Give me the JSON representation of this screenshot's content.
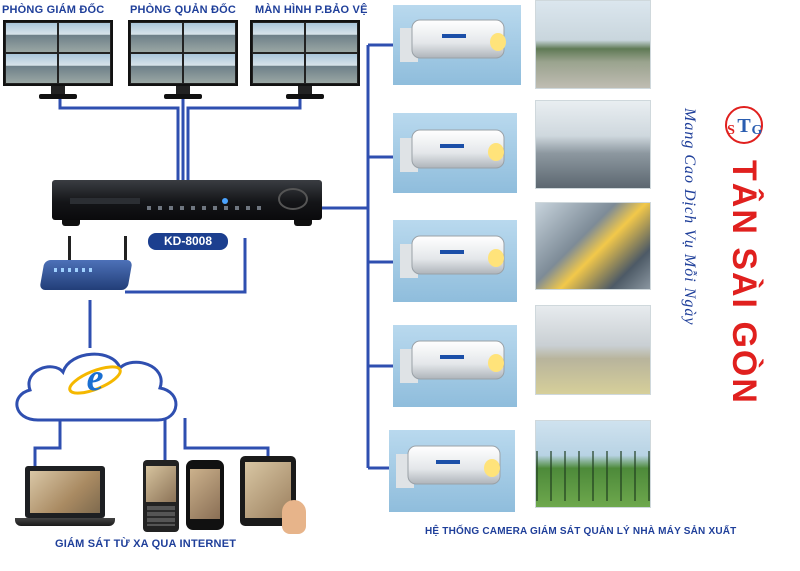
{
  "monitors": {
    "labels": [
      "PHÒNG GIÁM ĐỐC",
      "PHÒNG QUẢN ĐỐC",
      "MÀN HÌNH P.BẢO VỆ"
    ]
  },
  "dvr": {
    "label": "KD-8008"
  },
  "captions": {
    "remote": "GIÁM SÁT TỪ XA QUA INTERNET",
    "system": "HỆ THỐNG CAMERA GIÁM SÁT QUẢN LÝ NHÀ MÁY SẢN XUẤT"
  },
  "brand": {
    "logo_text": "TSG",
    "name": "TÂN SÀI GÒN",
    "slogan": "Mang Cao Dịch Vụ Mỗi Ngày"
  },
  "colors": {
    "line": "#2f4fb0",
    "label_blue": "#1f3f9a",
    "brand_red": "#e0201e",
    "dvr_label_bg": "#1c3f8f"
  }
}
